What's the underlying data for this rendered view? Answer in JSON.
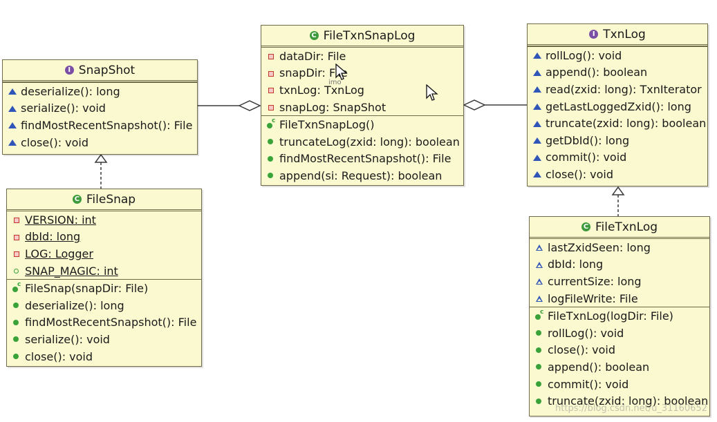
{
  "classes": {
    "snapshot": {
      "name": "SnapShot",
      "kind": "interface",
      "fields": [],
      "methods": [
        {
          "vis": "package",
          "text": "deserialize(): long"
        },
        {
          "vis": "package",
          "text": "serialize(): void"
        },
        {
          "vis": "package",
          "text": "findMostRecentSnapshot(): File"
        },
        {
          "vis": "package",
          "text": "close(): void"
        }
      ]
    },
    "filetxnsnaplog": {
      "name": "FileTxnSnapLog",
      "kind": "class",
      "fields": [
        {
          "vis": "private",
          "text": "dataDir: File"
        },
        {
          "vis": "private",
          "text": "snapDir: File"
        },
        {
          "vis": "private",
          "text": "txnLog: TxnLog"
        },
        {
          "vis": "private",
          "text": "snapLog: SnapShot"
        }
      ],
      "methods": [
        {
          "vis": "constructor",
          "text": "FileTxnSnapLog()"
        },
        {
          "vis": "public",
          "text": "truncateLog(zxid: long): boolean"
        },
        {
          "vis": "public",
          "text": "findMostRecentSnapshot(): File"
        },
        {
          "vis": "public",
          "text": "append(si: Request): boolean"
        }
      ]
    },
    "txnlog": {
      "name": "TxnLog",
      "kind": "interface",
      "fields": [],
      "methods": [
        {
          "vis": "package",
          "text": "rollLog(): void"
        },
        {
          "vis": "package",
          "text": "append(): boolean"
        },
        {
          "vis": "package",
          "text": "read(zxid: long): TxnIterator"
        },
        {
          "vis": "package",
          "text": "getLastLoggedZxid(): long"
        },
        {
          "vis": "package",
          "text": "truncate(zxid: long): boolean"
        },
        {
          "vis": "package",
          "text": "getDbId(): long"
        },
        {
          "vis": "package",
          "text": "commit(): void"
        },
        {
          "vis": "package",
          "text": "close(): void"
        }
      ]
    },
    "filesnap": {
      "name": "FileSnap",
      "kind": "class",
      "fields": [
        {
          "vis": "private",
          "text": "VERSION: int",
          "static": true
        },
        {
          "vis": "private",
          "text": "dbId: long",
          "static": true
        },
        {
          "vis": "private",
          "text": "LOG: Logger",
          "static": true
        },
        {
          "vis": "public-hollow",
          "text": "SNAP_MAGIC: int",
          "static": true
        }
      ],
      "methods": [
        {
          "vis": "constructor",
          "text": "FileSnap(snapDir: File)"
        },
        {
          "vis": "public",
          "text": "deserialize(): long"
        },
        {
          "vis": "public",
          "text": "findMostRecentSnapshot(): File"
        },
        {
          "vis": "public",
          "text": "serialize(): void"
        },
        {
          "vis": "public",
          "text": "close(): void"
        }
      ]
    },
    "filetxnlog": {
      "name": "FileTxnLog",
      "kind": "class",
      "fields": [
        {
          "vis": "package-hollow",
          "text": "lastZxidSeen: long"
        },
        {
          "vis": "package-hollow",
          "text": "dbId: long"
        },
        {
          "vis": "package-hollow",
          "text": "currentSize: long"
        },
        {
          "vis": "package-hollow",
          "text": "logFileWrite: File"
        }
      ],
      "methods": [
        {
          "vis": "constructor",
          "text": "FileTxnLog(logDir: File)"
        },
        {
          "vis": "public",
          "text": "rollLog(): void"
        },
        {
          "vis": "public",
          "text": "close(): void"
        },
        {
          "vis": "public",
          "text": "append(): boolean"
        },
        {
          "vis": "public",
          "text": "commit(): void"
        },
        {
          "vis": "public",
          "text": "truncate(zxid: long): boolean"
        }
      ]
    }
  },
  "cursor_tooltip": "imo",
  "watermark": "https://blog.csdn.net/u_31160652"
}
